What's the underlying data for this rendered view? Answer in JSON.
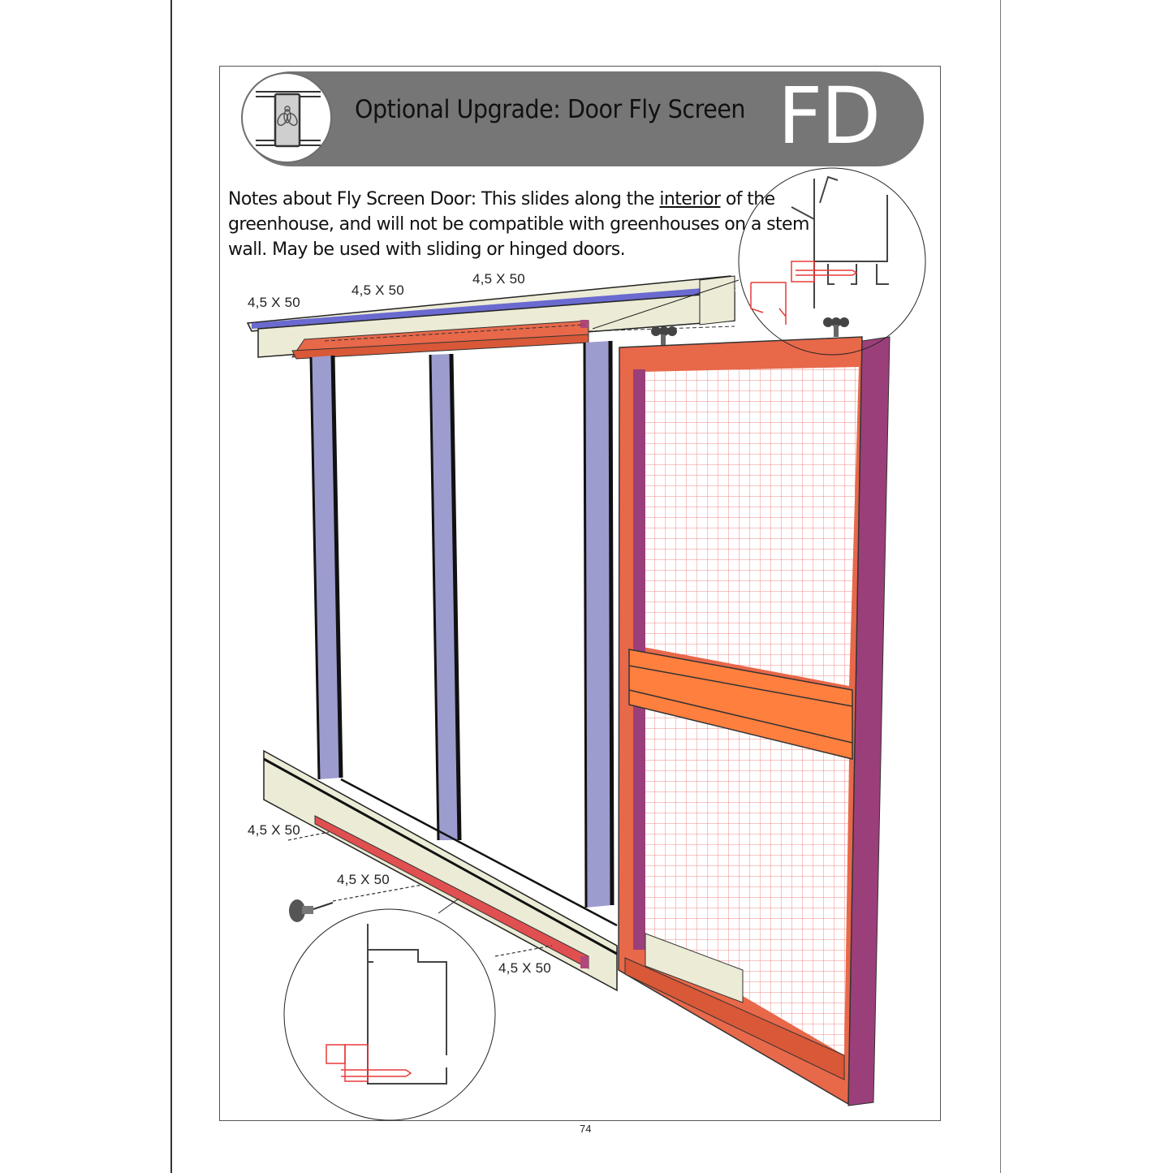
{
  "header": {
    "title": "Optional Upgrade: Door Fly Screen",
    "code": "FD",
    "icon": "fly-screen-door-icon",
    "banner_color": "#767676"
  },
  "notes": {
    "prefix": "Notes about Fly Screen Door: This slides along the ",
    "underlined": "interior",
    "suffix": " of the greenhouse, and will not be compatible with greenhouses on a stem wall.  May be used with sliding or hinged doors."
  },
  "dimension_labels": [
    {
      "id": "top-left",
      "text": "4,5 X 50"
    },
    {
      "id": "top-middle",
      "text": "4,5 X 50"
    },
    {
      "id": "top-right",
      "text": "4,5 X 50"
    },
    {
      "id": "bottom-left",
      "text": "4,5 X 50"
    },
    {
      "id": "bottom-middle",
      "text": "4,5 X 50"
    },
    {
      "id": "bottom-right",
      "text": "4,5 X 50"
    }
  ],
  "colors": {
    "frame_orange": "#e8684a",
    "frame_bright": "#ff7f3f",
    "frame_purple": "#9b3f7a",
    "rail_cream": "#ecebd6",
    "stud_lavender": "#9c9ccf",
    "mesh_pink": "#f28a8a",
    "detail_red": "#e83a3a"
  },
  "page_number": "74"
}
